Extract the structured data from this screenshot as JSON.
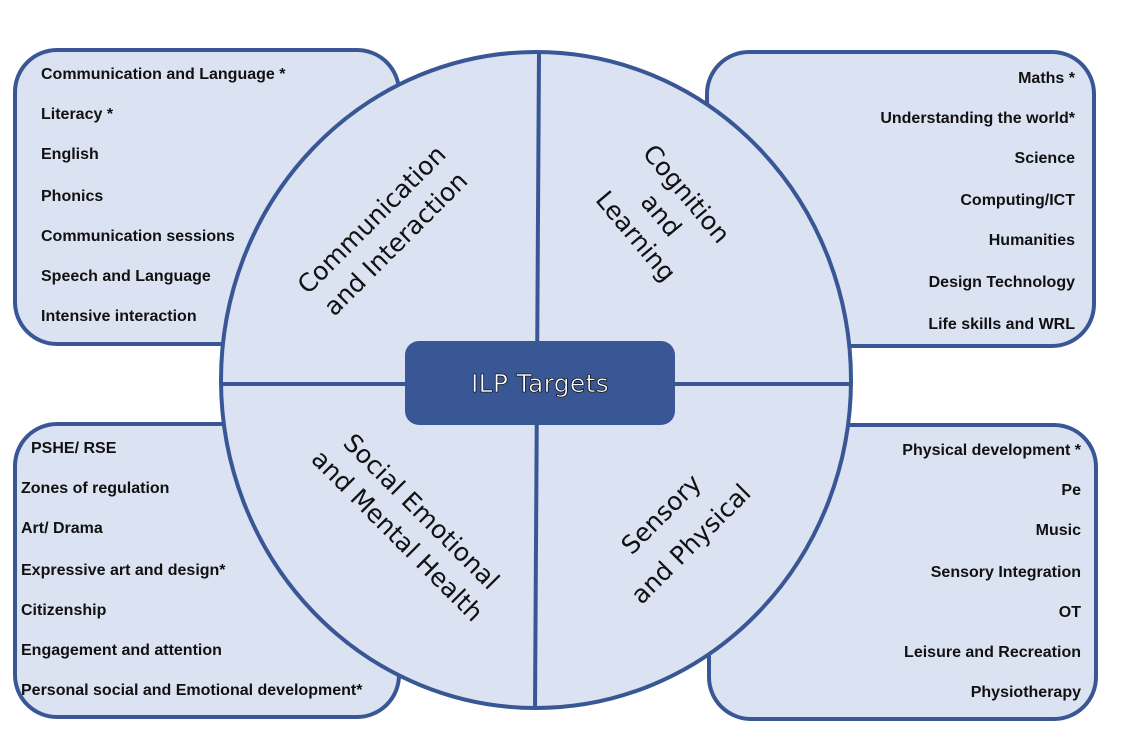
{
  "title": "ILP Targets",
  "colors": {
    "outline": "#3a5795",
    "fill": "#dbe2f2",
    "center_fill": "#3a5795",
    "text": "#111111"
  },
  "quadrants": {
    "top_left": {
      "label_line1": "Communication",
      "label_line2": "and Interaction",
      "items": [
        "Communication  and Language *",
        "Literacy *",
        "English",
        "Phonics",
        "Communication  sessions",
        "Speech and Language",
        "Intensive interaction"
      ]
    },
    "top_right": {
      "label_line1": "Cognition",
      "label_line2": "and",
      "label_line3": "Learning",
      "items": [
        "Maths *",
        "Understanding the world*",
        "Science",
        "Computing/ICT",
        "Humanities",
        "Design Technology",
        "Life skills  and WRL"
      ]
    },
    "bottom_left": {
      "label_line1": "Social Emotional",
      "label_line2": "and Mental Health",
      "items": [
        "PSHE/ RSE",
        "Zones of regulation",
        "Art/ Drama",
        "Expressive art and design*",
        "Citizenship",
        "Engagement and attention",
        "Personal social  and Emotional  development*"
      ]
    },
    "bottom_right": {
      "label_line1": "Sensory",
      "label_line2": "and Physical",
      "items": [
        "Physical  development  *",
        "Pe",
        "Music",
        "Sensory Integration",
        "OT",
        "Leisure and Recreation",
        "Physiotherapy"
      ]
    }
  }
}
